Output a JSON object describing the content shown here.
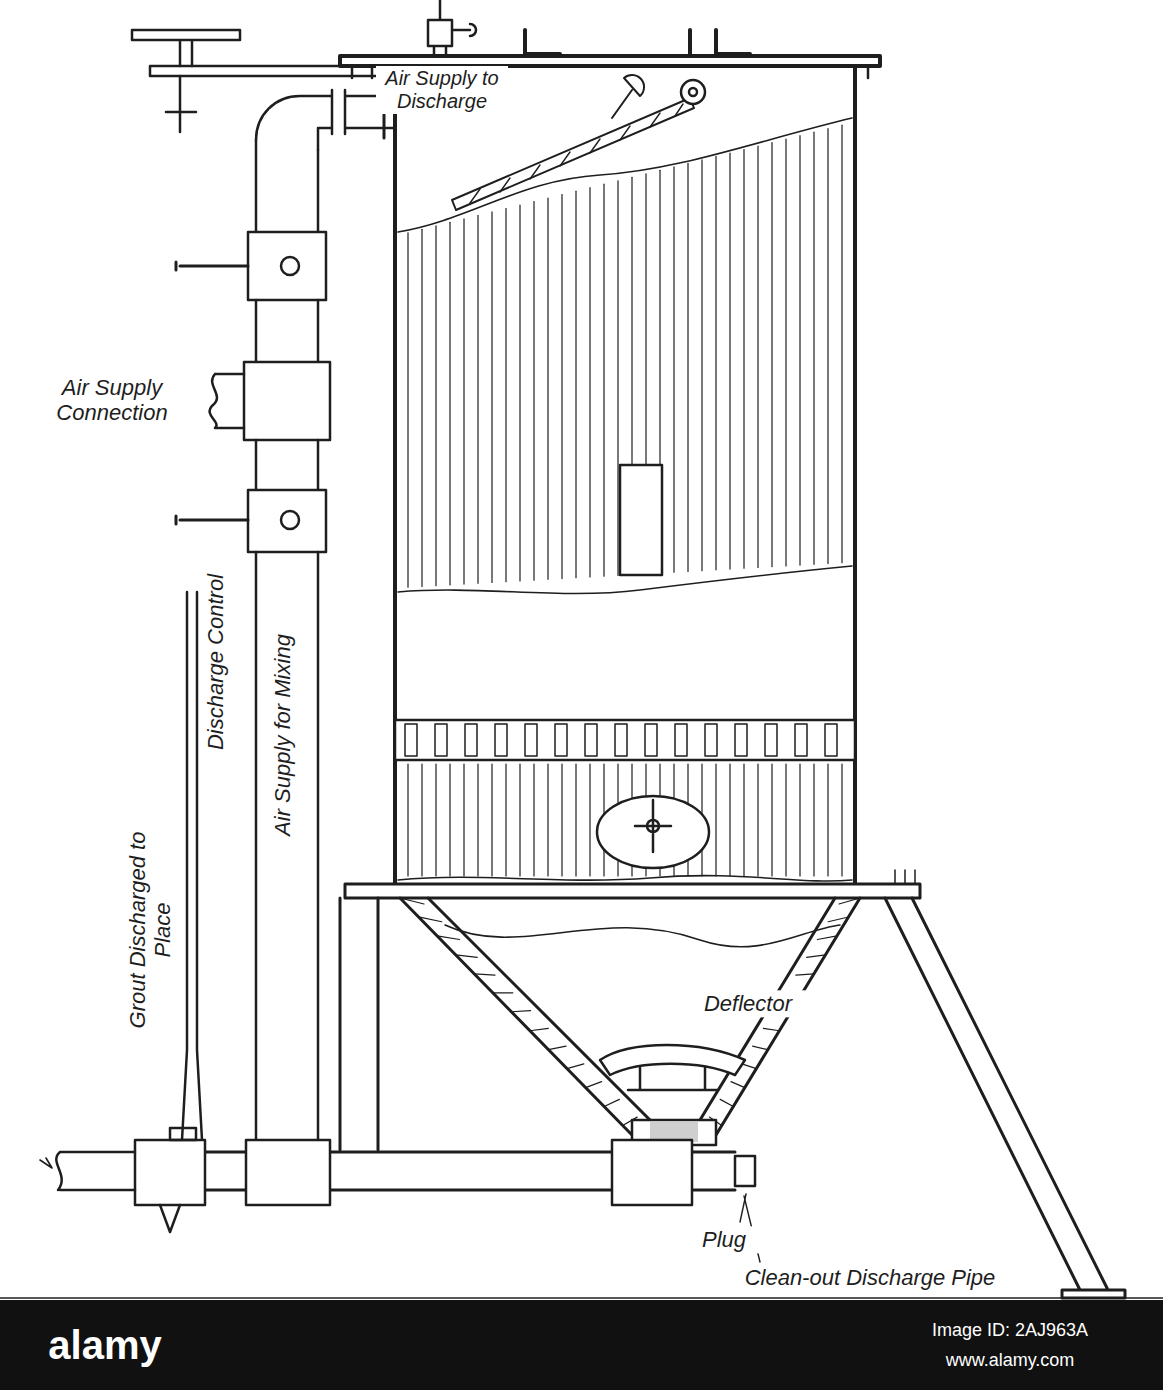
{
  "diagram": {
    "labels": [
      "Air Supply to Discharge",
      "Air Supply Connection",
      "Discharge Control",
      "Air Supply for Mixing",
      "Grout Discharged to Place",
      "Deflector",
      "Plug",
      "Clean-out Discharge Pipe",
      "alamy",
      "Image ID: 2AJ963A",
      "www.alamy.com"
    ]
  }
}
